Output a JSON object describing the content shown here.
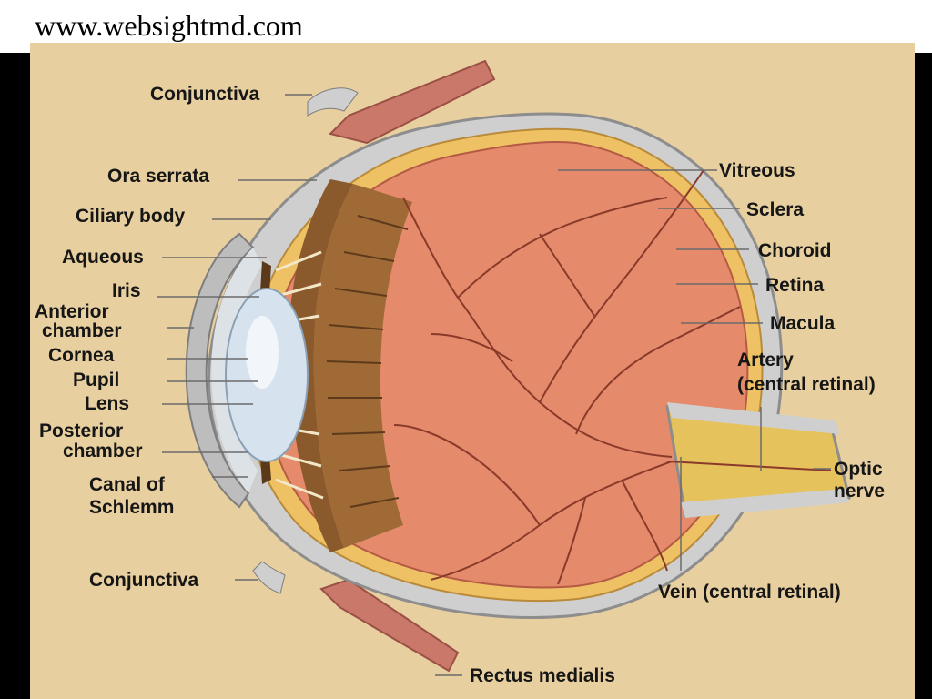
{
  "header": {
    "site_url": "www.websightmd.com"
  },
  "colors": {
    "background_panel": "#e8cf9f",
    "vitreous": "#e58a6b",
    "sclera": "#cfcfcf",
    "choroid": "#eec264",
    "vessels": "#8a3a2a",
    "ciliary": "#8a5a2c",
    "lens": "#d6e3ef"
  },
  "labels": {
    "conjunctiva_top": "Conjunctiva",
    "ora_serrata": "Ora serrata",
    "ciliary_body": "Ciliary body",
    "aqueous": "Aqueous",
    "iris": "Iris",
    "anterior_chamber_1": "Anterior",
    "anterior_chamber_2": "chamber",
    "cornea": "Cornea",
    "pupil": "Pupil",
    "lens": "Lens",
    "posterior_chamber_1": "Posterior",
    "posterior_chamber_2": "chamber",
    "canal_schlemm_1": "Canal of",
    "canal_schlemm_2": "Schlemm",
    "conjunctiva_bottom": "Conjunctiva",
    "rectus_medialis": "Rectus medialis",
    "vitreous": "Vitreous",
    "sclera": "Sclera",
    "choroid": "Choroid",
    "retina": "Retina",
    "macula": "Macula",
    "artery_1": "Artery",
    "artery_2": "(central retinal)",
    "optic_nerve_1": "Optic",
    "optic_nerve_2": "nerve",
    "vein": "Vein (central retinal)"
  }
}
